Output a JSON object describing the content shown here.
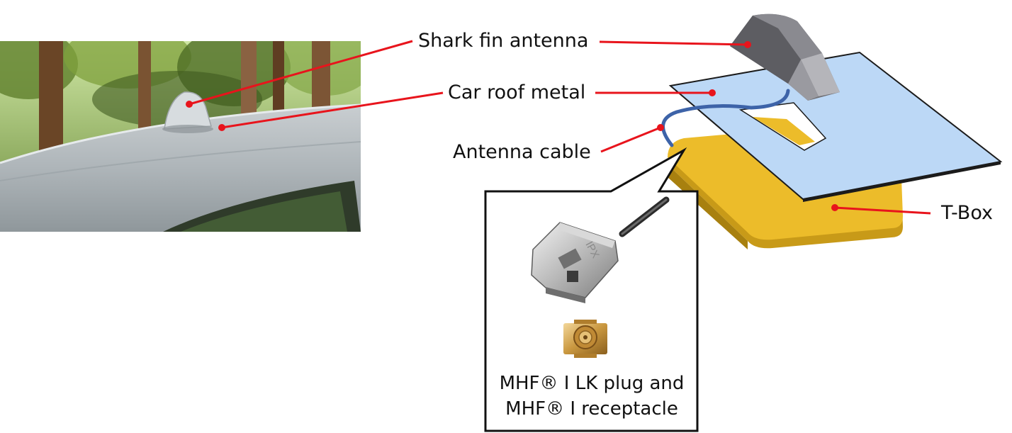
{
  "labels": {
    "shark_fin_antenna": "Shark fin antenna",
    "car_roof_metal": "Car roof metal",
    "antenna_cable": "Antenna cable",
    "t_box": "T-Box"
  },
  "callout": {
    "line1": "MHF® I LK plug and",
    "line2": "MHF® I receptacle"
  },
  "plug_marking": "IPX",
  "colors": {
    "leader_line": "#e8141c",
    "roof_plate": "#bcd8f6",
    "t_box": "#ecbc2a",
    "antenna_body": "#6f6f74",
    "cable": "#3d63a8"
  },
  "icons": {
    "car_photo": "car-roof-photo",
    "shark_fin": "shark-fin-antenna-icon",
    "plug": "mhf-plug-icon",
    "receptacle": "mhf-receptacle-icon"
  }
}
